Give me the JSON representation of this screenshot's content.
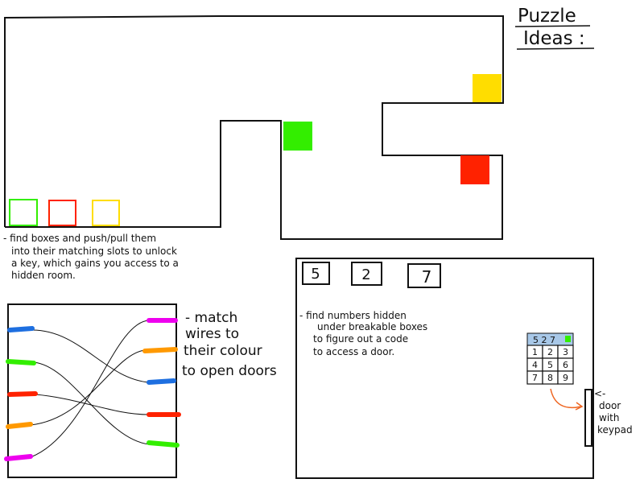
{
  "title": {
    "line1": "Puzzle",
    "line2": "Ideas :"
  },
  "colors": {
    "ink": "#111111",
    "green": "#33ee00",
    "red": "#ff2200",
    "yellow": "#ffdd00",
    "blue": "#1e6fe0",
    "orange": "#ff9900",
    "magenta": "#ee00ee",
    "keypad_display": "#a8c8e8",
    "arrow": "#ee6622"
  },
  "box_puzzle": {
    "note": [
      "- find boxes and push/pull them",
      "into their matching slots to unlock",
      "a key, which gains you access to a",
      "hidden room."
    ],
    "slots": [
      "green",
      "red",
      "yellow"
    ],
    "boxes": [
      "green",
      "yellow",
      "red"
    ]
  },
  "wire_puzzle": {
    "note": [
      "- match",
      "wires to",
      "their colour",
      "to open doors"
    ],
    "left_wires": [
      "blue",
      "green",
      "red",
      "orange",
      "magenta"
    ],
    "right_wires": [
      "magenta",
      "orange",
      "blue",
      "red",
      "green"
    ]
  },
  "number_puzzle": {
    "numbers": [
      "5",
      "2",
      "7"
    ],
    "note": [
      "- find numbers hidden",
      "under breakable boxes",
      "to figure out a code",
      "to access a door."
    ],
    "keypad": {
      "display": "5 2 7",
      "keys": [
        "1",
        "2",
        "3",
        "4",
        "5",
        "6",
        "7",
        "8",
        "9"
      ]
    },
    "door_note": [
      "<-",
      "door",
      "with",
      "keypad"
    ]
  }
}
